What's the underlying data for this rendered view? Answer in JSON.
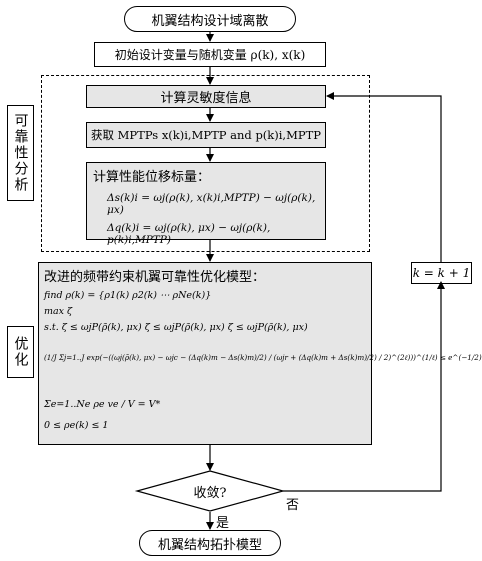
{
  "nodes": {
    "start": "机翼结构设计域离散",
    "init": "初始设计变量与随机变量 ρ(k), x(k)",
    "sensitivity": "计算灵敏度信息",
    "mptp": "获取 MPTPs x(k)i,MPTP and p(k)i,MPTP",
    "perf_title": "计算性能位移标量：",
    "perf_eq1": "Δs(k)i = ωj(ρ(k), x(k)i,MPTP) − ωj(ρ(k), μx)",
    "perf_eq2": "Δq(k)i = ωj(ρ(k), μx) − ωj(ρ(k), p(k)i,MPTP)",
    "opt_title": "改进的频带约束机翼可靠性优化模型：",
    "opt_find": "find   ρ(k) = {ρ1(k)  ρ2(k)  ⋯  ρNe(k)}",
    "opt_max": "max   ζ",
    "opt_st": "s.t.   ζ ≤ ωjP(ρ̃(k), μx)   ζ ≤ ωjP(ρ̃(k), μx)   ζ ≤ ωjP(ρ̃(k), μx)",
    "opt_exp": "(1/J Σj=1..J exp(−((ωj(ρ̃(k), μx) − ωjc − (Δq(k)m − Δs(k)m)/2) / (ωjr + (Δq(k)m + Δs(k)m)/2) / 2)^(2ℓ)))^(1/ℓ) ≤ e^(−1/2)",
    "opt_vol": "Σe=1..Ne ρe ve / V = V*",
    "opt_bound": "0 ≤ ρe(k) ≤ 1",
    "decision": "收敛?",
    "end": "机翼结构拓扑模型",
    "update": "k = k + 1"
  },
  "side_labels": {
    "reliability": "可靠性分析",
    "optimization": "优化"
  },
  "edge_labels": {
    "yes": "是",
    "no": "否"
  }
}
